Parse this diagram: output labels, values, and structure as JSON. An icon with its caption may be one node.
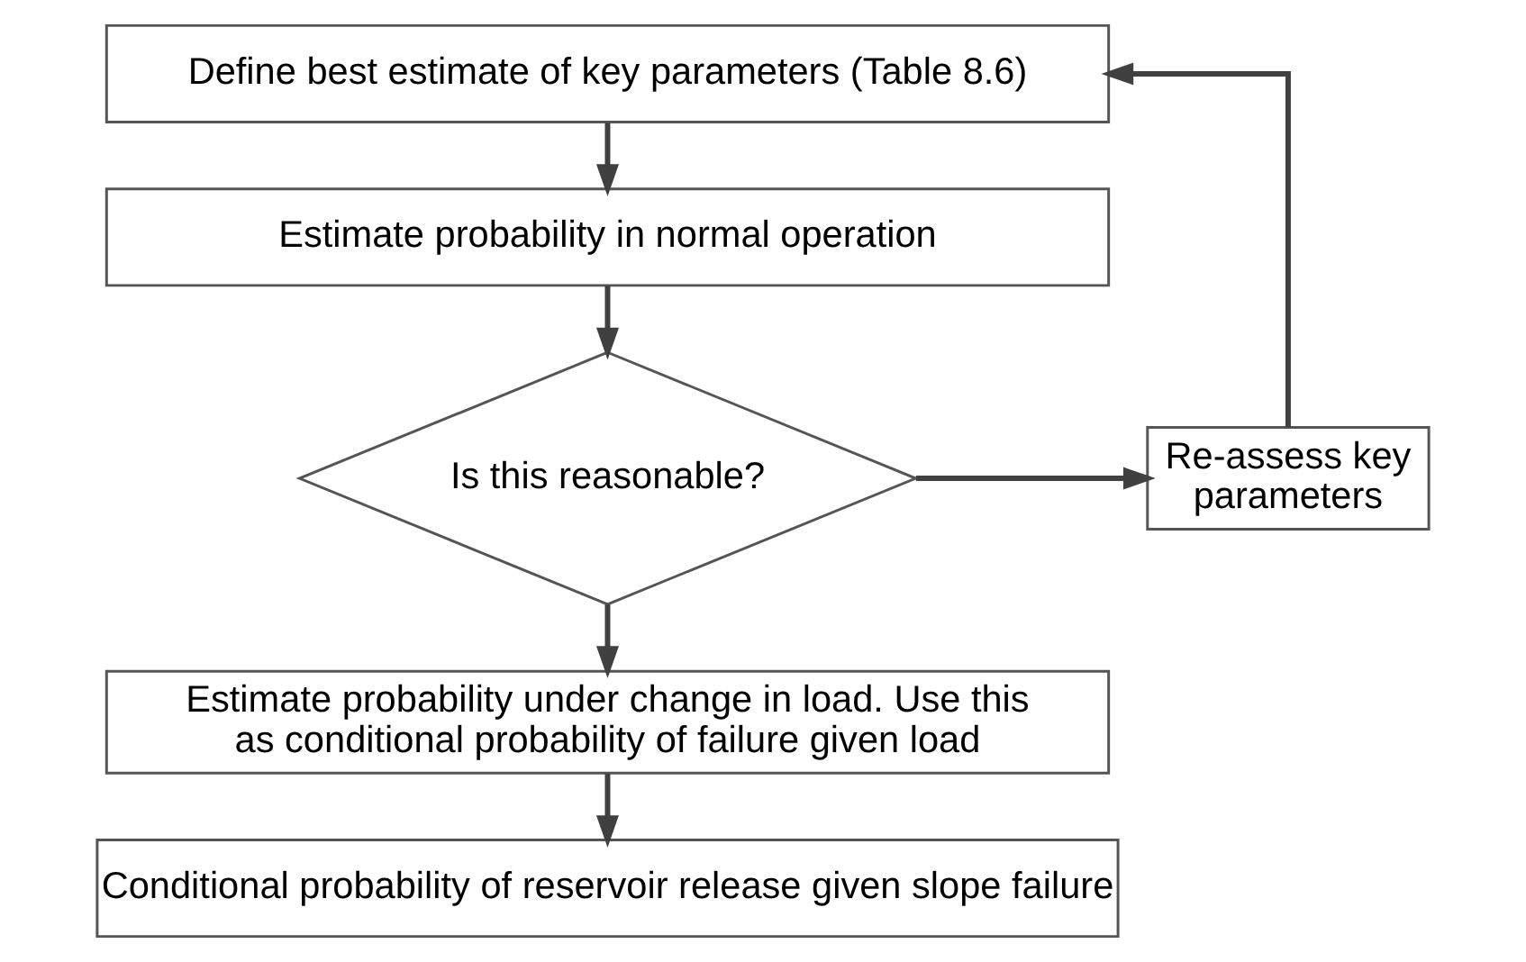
{
  "diagram": {
    "nodes": [
      {
        "text": [
          "Define best estimate of key parameters (Table 8.6)"
        ]
      },
      {
        "text": [
          "Estimate probability in normal operation"
        ]
      },
      {
        "text": [
          "Is this reasonable?"
        ]
      },
      {
        "text": [
          "Re-assess key parameters"
        ]
      },
      {
        "text": [
          "Estimate probability under change in load. Use this as conditional probability of failure given load"
        ]
      },
      {
        "text": [
          "Conditional probability of reservoir release given slope failure"
        ]
      }
    ],
    "edges": [
      {
        "from": 0,
        "to": 1,
        "arrow": "to"
      },
      {
        "from": 1,
        "to": 2,
        "arrow": "to"
      },
      {
        "from": 2,
        "to": 3,
        "arrow": "to"
      },
      {
        "from": 3,
        "to": 0,
        "arrow": "to"
      },
      {
        "from": 2,
        "to": 4,
        "arrow": "to"
      },
      {
        "from": 4,
        "to": 5,
        "arrow": "to"
      }
    ]
  }
}
